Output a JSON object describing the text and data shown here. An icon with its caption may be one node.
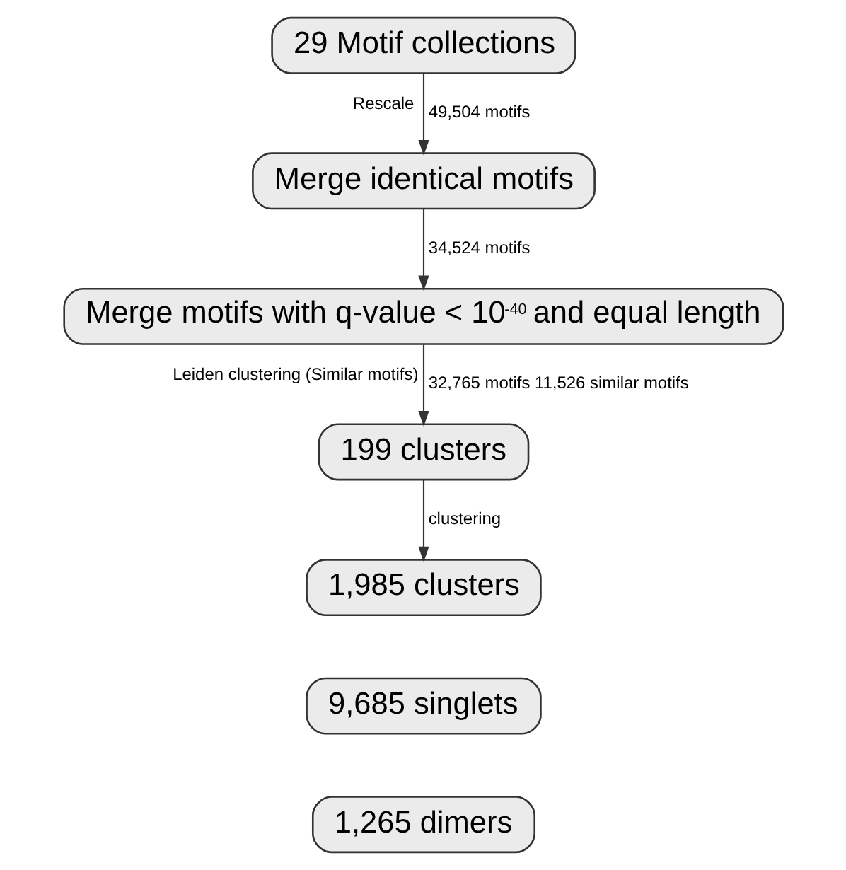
{
  "diagram": {
    "nodes": [
      {
        "text": [
          "29 Motif collections"
        ]
      },
      {
        "text": [
          "Merge identical motifs"
        ]
      },
      {
        "text": [
          "Merge motifs with q-value < 10$^{-40}$ and equal length"
        ]
      },
      {
        "text": [
          "199 clusters"
        ]
      },
      {
        "text": [
          "1,985 clusters"
        ]
      },
      {
        "text": [
          "9,685 singlets"
        ]
      },
      {
        "text": [
          "1,265 dimers"
        ]
      }
    ],
    "edges": [
      {
        "from": 0,
        "to": 1,
        "arrow": "to",
        "label": "49,504 motifs"
      },
      {
        "from": 1,
        "to": 2,
        "arrow": "to",
        "label": "34,524 motifs"
      },
      {
        "from": 2,
        "to": 3,
        "arrow": "to",
        "label": "32,765 motifs 11,526 similar motifs"
      },
      {
        "from": 3,
        "to": 4,
        "arrow": "to",
        "label": "clustering"
      }
    ],
    "labels": [
      "Rescale",
      "Leiden clustering (Similar motifs)"
    ]
  }
}
